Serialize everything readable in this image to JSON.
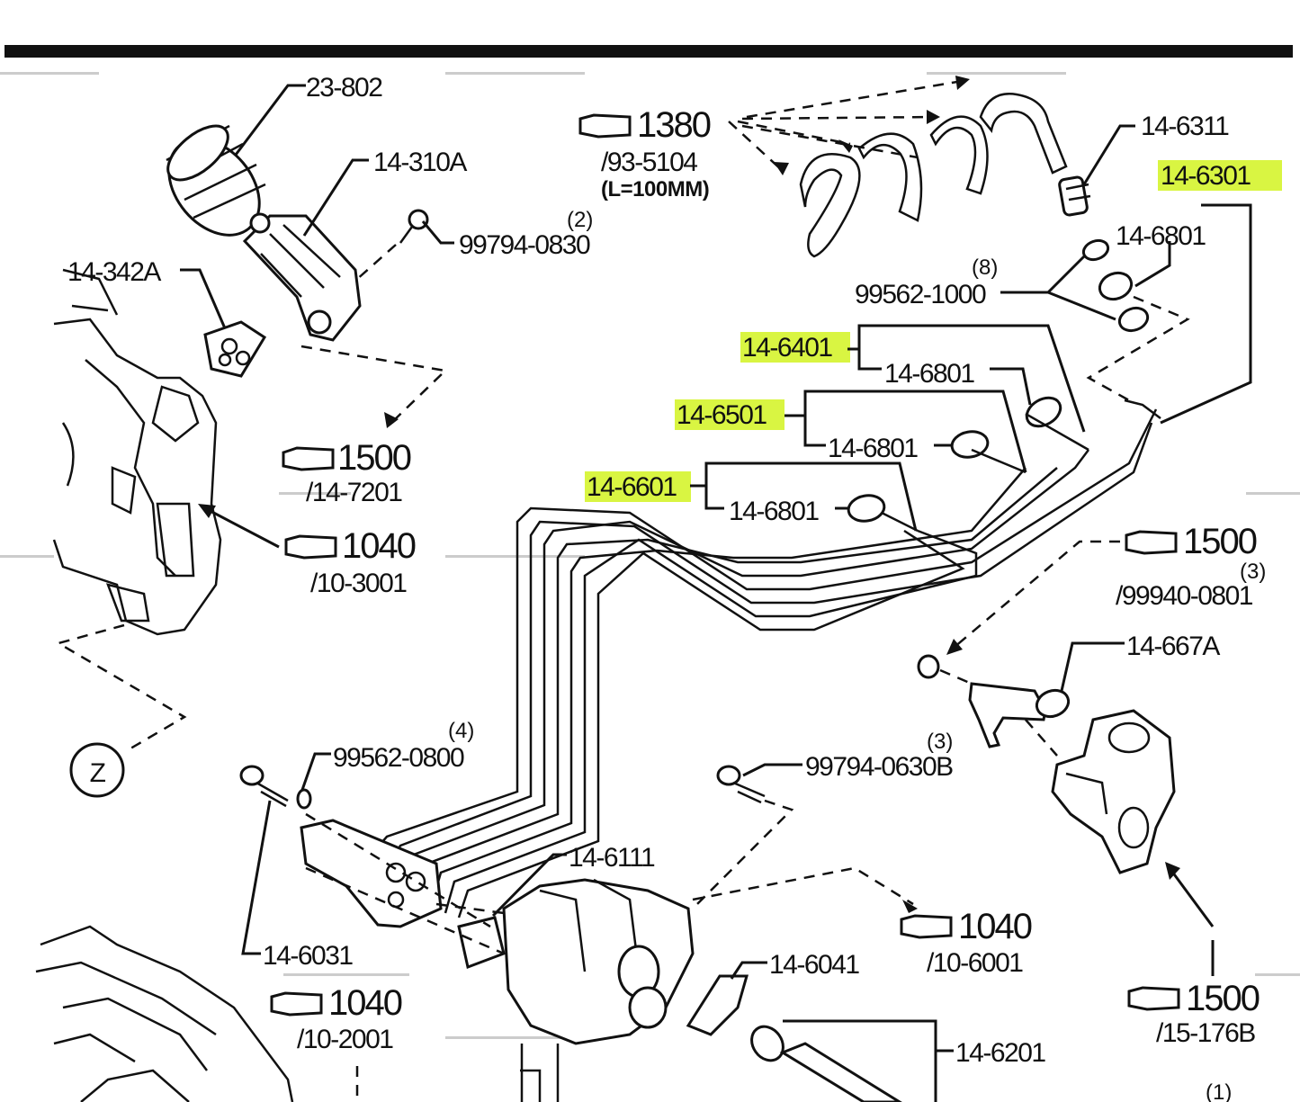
{
  "labels": {
    "l23_802": "23-802",
    "l14_310A": "14-310A",
    "l99794_0830": "99794-0830",
    "q2": "(2)",
    "l14_342A": "14-342A",
    "r1380": "1380",
    "r1380_sub": "/93-5104",
    "r1380_len": "(L=100MM)",
    "l14_6311": "14-6311",
    "l14_6301": "14-6301",
    "l14_6801_a": "14-6801",
    "q8": "(8)",
    "l99562_1000": "99562-1000",
    "l14_6401": "14-6401",
    "l14_6801_b": "14-6801",
    "l14_6501": "14-6501",
    "l14_6801_c": "14-6801",
    "l14_6601": "14-6601",
    "l14_6801_d": "14-6801",
    "r1500_a": "1500",
    "r1500_a_sub": "/14-7201",
    "r1040_a": "1040",
    "r1040_a_sub": "/10-3001",
    "r1500_b": "1500",
    "q3_a": "(3)",
    "r1500_b_sub": "/99940-0801",
    "l14_667A": "14-667A",
    "z": "Z",
    "q4": "(4)",
    "l99562_0800": "99562-0800",
    "q3_b": "(3)",
    "l99794_0630B": "99794-0630B",
    "l14_6111": "14-6111",
    "l14_6031": "14-6031",
    "r1040_b": "1040",
    "r1040_b_sub": "/10-6001",
    "l14_6041": "14-6041",
    "r1040_c": "1040",
    "r1040_c_sub": "/10-2001",
    "r1500_c": "1500",
    "r1500_c_sub": "/15-176B",
    "l14_6201": "14-6201",
    "q1": "(1)"
  },
  "highlight_color": "#d9f542",
  "line_color": "#111111",
  "icons": {
    "reference": "pointing-hand-icon",
    "callout_z": "circle-z-icon"
  }
}
